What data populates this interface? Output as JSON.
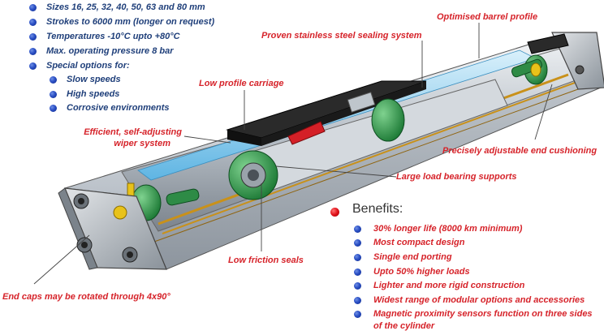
{
  "specs": [
    "Sizes 16, 25, 32, 40, 50, 63 and 80 mm",
    "Strokes to 6000 mm (longer on request)",
    "Temperatures -10°C upto +80°C",
    "Max. operating pressure  8 bar",
    "Special options for:"
  ],
  "special_options": [
    "Slow speeds",
    "High speeds",
    "Corrosive environments"
  ],
  "callouts": {
    "optimised_barrel": "Optimised barrel profile",
    "sealing_system": "Proven stainless steel sealing system",
    "low_profile_carriage": "Low profile carriage",
    "wiper_line1": "Efficient, self-adjusting",
    "wiper_line2": "wiper system",
    "end_cushioning": "Precisely adjustable end cushioning",
    "load_bearing": "Large load bearing supports",
    "friction_seals": "Low friction seals",
    "end_caps": "End caps may be rotated through 4x90°"
  },
  "benefits_title": "Benefits:",
  "benefits": [
    "30% longer life (8000 km minimum)",
    "Most compact design",
    "Single end porting",
    "Upto 50% higher loads",
    "Lighter and more rigid construction",
    "Widest range of modular options and accessories",
    "Magnetic proximity sensors function on three sides of the cylinder"
  ],
  "colors": {
    "spec_text": "#1f3f7a",
    "callout_text": "#d6232a",
    "bullet_blue": "#2a4fc4",
    "bullet_red": "#e0111a"
  }
}
